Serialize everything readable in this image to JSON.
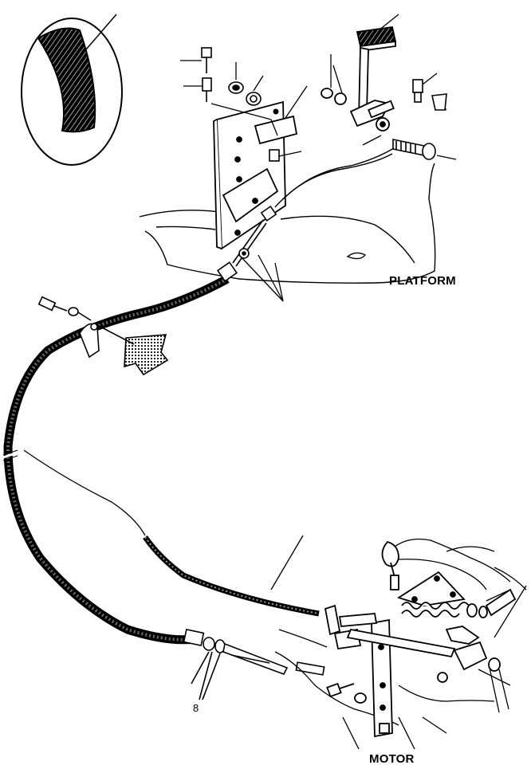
{
  "labels": {
    "platform": "PLATFORM",
    "motor": "MOTOR",
    "ref_mark": "8"
  },
  "colors": {
    "ink": "#000000",
    "paper": "#ffffff",
    "shade": "#5a5a5a"
  }
}
